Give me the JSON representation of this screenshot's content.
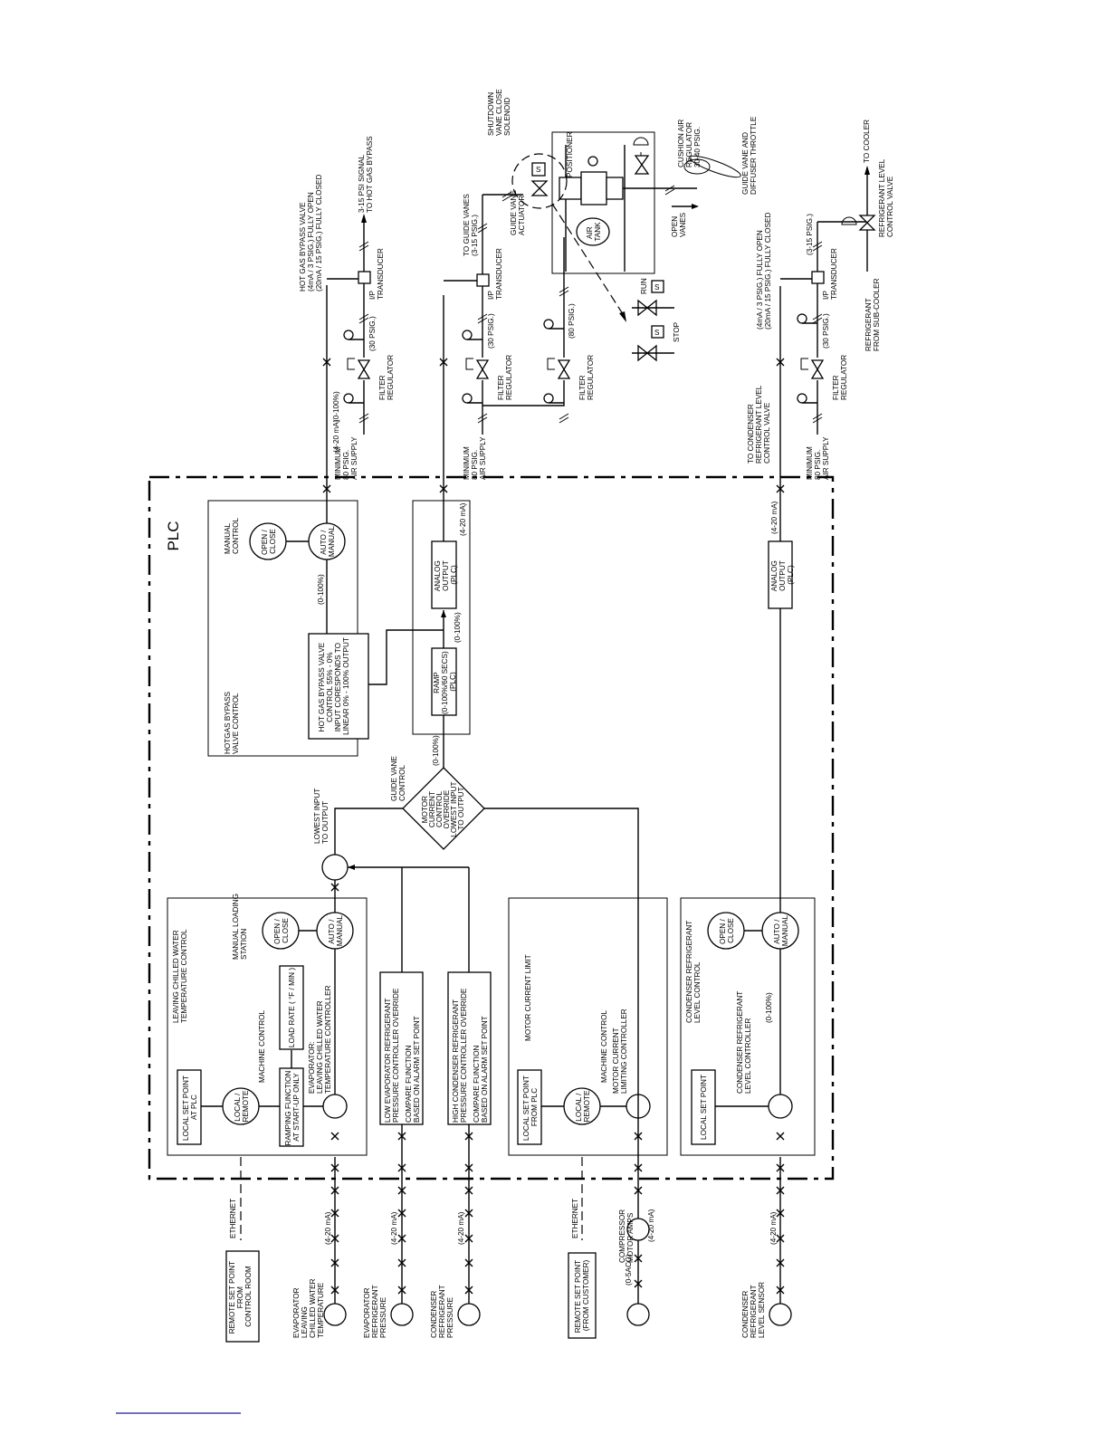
{
  "plc_title": "PLC",
  "labels": {
    "remote_sp_control_room": [
      "REMOTE SET POINT",
      "FROM",
      "CONTROL ROOM"
    ],
    "ethernet_1": "ETHERNET",
    "ethernet_2": "ETHERNET",
    "evap_lcw_temp": [
      "EVAPORATOR",
      "LEAVING",
      "CHILLED WATER",
      "TEMPERATURE"
    ],
    "evap_ref_pressure": [
      "EVAPORATOR",
      "REFRIGERANT",
      "PRESSURE"
    ],
    "cond_ref_pressure": [
      "CONDENSER",
      "REFRIGERANT",
      "PRESSURE"
    ],
    "remote_sp_customer": [
      "REMOTE SET POINT",
      "(FROM CUSTOMER)"
    ],
    "compressor_motor_amps": [
      "COMPRESSOR",
      "MOTOR AMPS"
    ],
    "acc": "(0-5ACC)",
    "cond_ref_level_sensor": [
      "CONDENSER",
      "REFRIGERANT",
      "LEVEL SENSOR"
    ],
    "ma_4_20": "(4-20 mA)",
    "lcw_group": [
      "LEAVING CHILLED WATER",
      "TEMPERATURE CONTROL"
    ],
    "local_sp_plc": [
      "LOCAL SET POINT",
      "AT PLC"
    ],
    "local_remote": [
      "LOCAL /",
      "REMOTE"
    ],
    "machine_control": "MACHINE CONTROL",
    "ramping_function": [
      "RAMPING FUNCTION",
      "AT START-UP ONLY"
    ],
    "load_rate": "LOAD RATE ( °F / MIN )",
    "evap_controller": [
      "EVAPORATOR:",
      "LEAVING CHILLED WATER",
      "TEMPERATURE CONTROLLER"
    ],
    "manual_loading_station": [
      "MANUAL LOADING",
      "STATION"
    ],
    "open_close": [
      "OPEN /",
      "CLOSE"
    ],
    "auto_manual": [
      "AUTO /",
      "MANUAL"
    ],
    "low_evap_override": [
      "LOW EVAPORATOR REFRIGERANT",
      "PRESSURE CONTROLLER OVERRIDE"
    ],
    "compare_function": [
      "COMPARE FUNCTION",
      "BASED ON ALARM SET POINT"
    ],
    "high_cond_override": [
      "HIGH CONDENSER REFRIGERANT",
      "PRESSURE CONTROLLER OVERRIDE"
    ],
    "motor_current_limit": "MOTOR CURRENT LIMIT",
    "local_sp_from_plc": [
      "LOCAL SET POINT",
      "FROM PLC"
    ],
    "motor_current_controller": [
      "MOTOR CURRENT",
      "LIMITING CONTROLLER"
    ],
    "cond_level_group": [
      "CONDENSER REFRIGERANT",
      "LEVEL CONTROL"
    ],
    "local_set_point": "LOCAL SET POINT",
    "cond_level_controller": [
      "CONDENSER REFRIGERANT",
      "LEVEL CONTROLLER"
    ],
    "pct_0_100": "(0-100%)",
    "lowest_input": [
      "LOWEST INPUT",
      "TO OUTPUT"
    ],
    "guide_vane_control": [
      "GUIDE VANE",
      "CONTROL"
    ],
    "motor_override": [
      "MOTOR",
      "CURRENT",
      "CONTROL",
      "OVERRIDE",
      "LOWEST INPUT",
      "TO OUTPUT"
    ],
    "hotgas_group": [
      "HOTGAS BYPASS",
      "VALVE CONTROL"
    ],
    "hotgas_valve_control": [
      "HOT GAS BYPASS VALVE",
      "CONTROL 55% - 0%",
      "INPUT CORESPONDS TO",
      "LINEAR 0% - 100% OUTPUT"
    ],
    "manual_control": [
      "MANUAL",
      "CONTROL"
    ],
    "ramp": [
      "RAMP",
      "(0-100%/60 SECS)",
      "(PLC)"
    ],
    "analog_output": [
      "ANALOG",
      "OUTPUT",
      "(PLC)"
    ],
    "min_air_supply": [
      "MINIMUM",
      "80 PSIG.",
      "AIR SUPPLY"
    ],
    "filter_regulator": [
      "FILTER",
      "REGULATOR"
    ],
    "psig_30": "(30 PSIG.)",
    "psig_80": "(80 PSIG.)",
    "psig_3_15": "(3-15 PSIG.)",
    "ip_transducer": [
      "I/P",
      "TRANSDUCER"
    ],
    "hot_gas_bypass_valve": [
      "HOT GAS BYPASS VALVE",
      "(4mA / 3 PSIG.) FULLY OPEN",
      "(20mA / 15 PSIG.) FULLY CLOSED"
    ],
    "signal_3_15": [
      "3-15 PSI SIGNAL",
      "TO HOT GAS BYPASS"
    ],
    "to_guide_vanes": [
      "TO GUIDE VANES",
      "(3-15 PSIG.)"
    ],
    "guide_vane_actuator": [
      "GUIDE VANE",
      "ACTUATOR"
    ],
    "shutdown_solenoid": [
      "SHUTDOWN",
      "VANE CLOSE",
      "SOLENOID"
    ],
    "positioner": "POSITIONER",
    "air_tank": [
      "AIR",
      "TANK"
    ],
    "open_vanes": [
      "OPEN",
      "VANES"
    ],
    "cushion_air_regulator": [
      "CUSHION AIR",
      "REGULATOR",
      "30-40 PSIG."
    ],
    "guide_vane_throttle": [
      "GUIDE VANE AND",
      "DIFFUSER THROTTLE"
    ],
    "run": "RUN",
    "stop": "STOP",
    "to_cond_level_valve": [
      "TO CONDENSER",
      "REFRIGERANT LEVEL",
      "CONTROL VALVE"
    ],
    "level_valve_positions": [
      "(4mA / 3 PSIG.) FULLY OPEN",
      "(20mA / 15 PSIG.) FULLY CLOSED"
    ],
    "to_cooler": "TO COOLER",
    "ref_level_valve": [
      "REFRIGERANT LEVEL",
      "CONTROL VALVE"
    ],
    "ref_from_subcooler": [
      "REFRIGERANT",
      "FROM SUB-COOLER"
    ],
    "solenoid_s": "S"
  }
}
